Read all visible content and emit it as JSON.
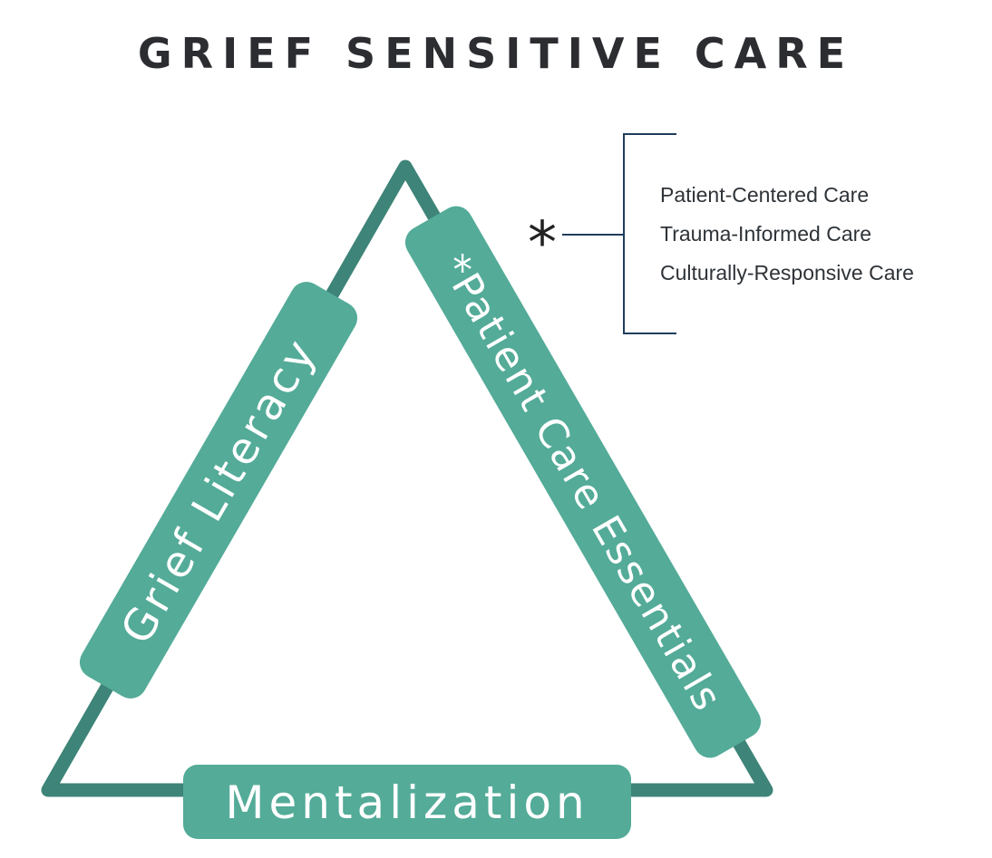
{
  "title": "GRIEF SENSITIVE CARE",
  "sides": {
    "left": "Grief Literacy",
    "right": "*Patient Care Essentials",
    "bottom": "Mentalization"
  },
  "footnote": {
    "marker": "*",
    "items": [
      "Patient-Centered Care",
      "Trauma-Informed Care",
      "Culturally-Responsive Care"
    ]
  },
  "colors": {
    "triangle_stroke": "#3e8478",
    "label_fill": "#53ab98",
    "bracket": "#1f3d5c",
    "title": "#2b2d31"
  }
}
